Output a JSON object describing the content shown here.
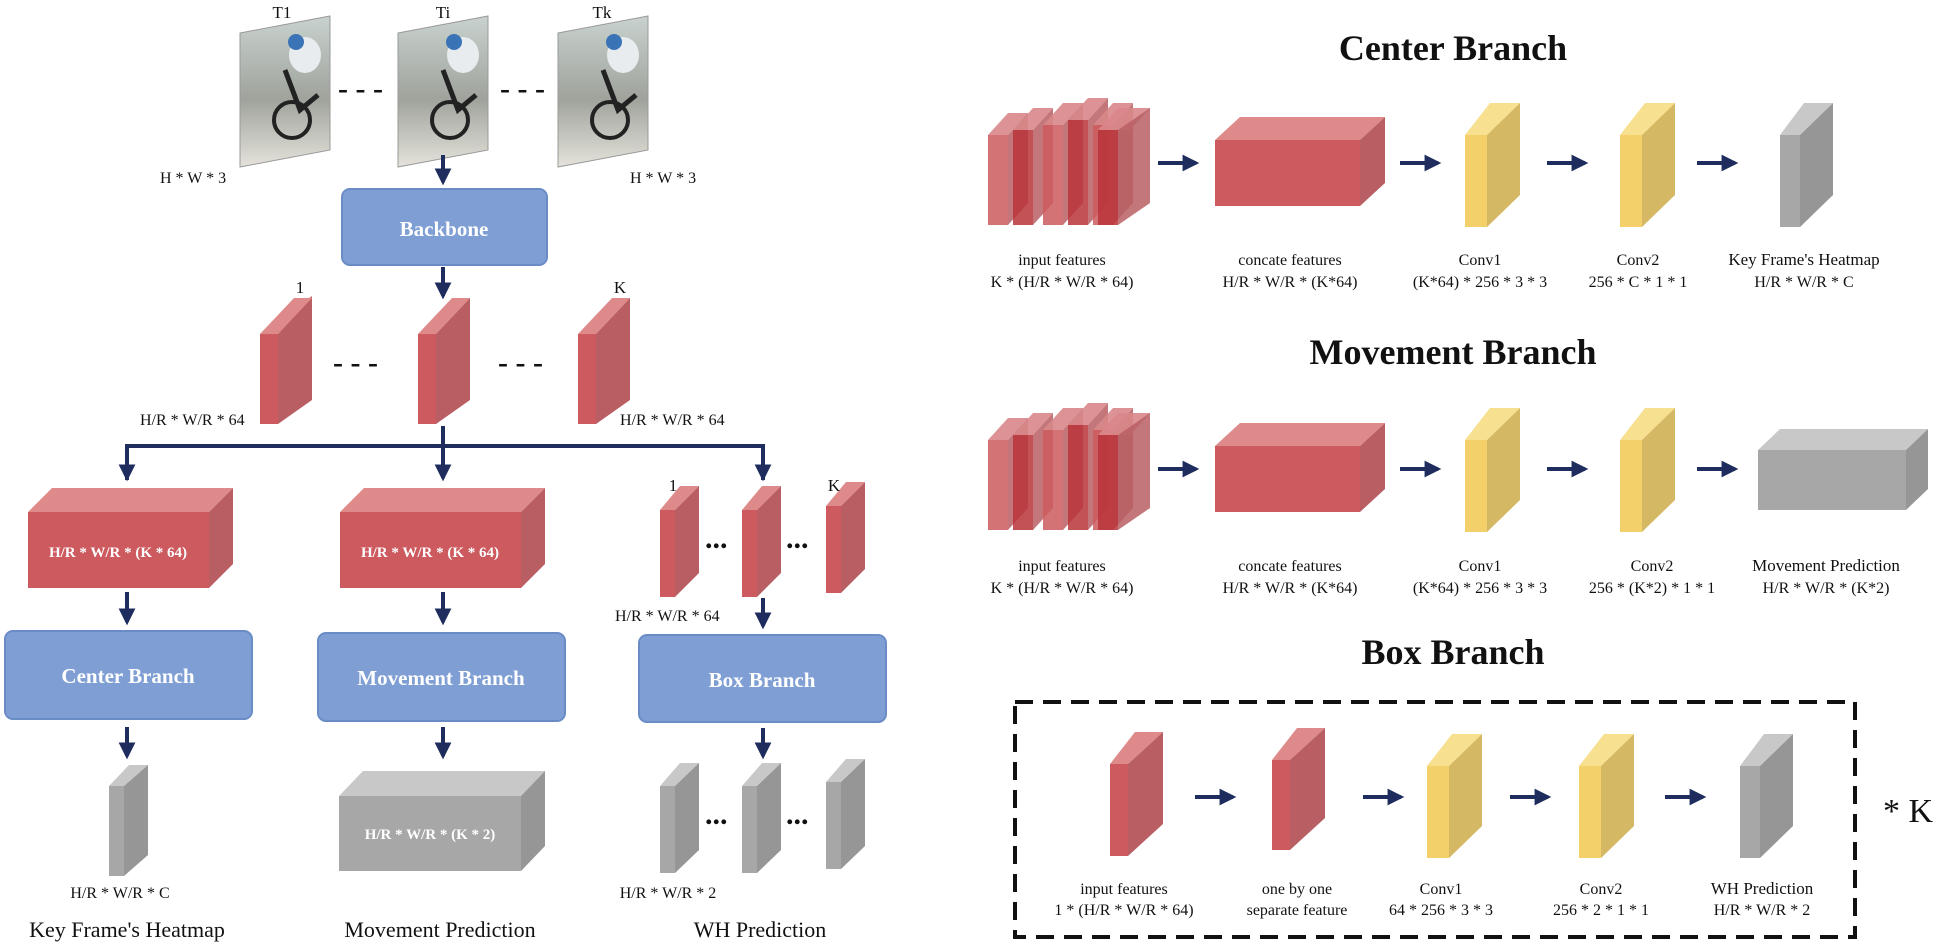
{
  "frames": {
    "t1": "T1",
    "ti": "Ti",
    "tk": "Tk",
    "size_left": "H * W * 3",
    "size_right": "H * W * 3"
  },
  "backbone": {
    "label": "Backbone",
    "feat_index_first": "1",
    "feat_index_last": "K",
    "feat_size_left": "H/R * W/R * 64",
    "feat_size_right": "H/R * W/R * 64"
  },
  "left_branches": {
    "center": {
      "block_label": "H/R * W/R * (K * 64)",
      "button": "Center Branch",
      "out_size": "H/R * W/R * C",
      "caption": "Key Frame's Heatmap"
    },
    "movement": {
      "block_label": "H/R * W/R * (K * 64)",
      "button": "Movement Branch",
      "out_label": "H/R * W/R * (K * 2)",
      "caption": "Movement Prediction"
    },
    "box": {
      "index_first": "1",
      "index_last": "K",
      "in_size": "H/R * W/R  * 64",
      "button": "Box Branch",
      "out_size": "H/R * W/R * 2",
      "caption": "WH Prediction"
    }
  },
  "center_branch": {
    "title": "Center Branch",
    "input": {
      "name": "input features",
      "dims": "K * (H/R * W/R * 64)"
    },
    "concat": {
      "name": "concate features",
      "dims": "H/R * W/R * (K*64)"
    },
    "conv1": {
      "name": "Conv1",
      "dims": "(K*64) * 256 * 3 * 3"
    },
    "conv2": {
      "name": "Conv2",
      "dims": "256 * C * 1 * 1"
    },
    "output": {
      "name": "Key Frame's Heatmap",
      "dims": "H/R * W/R * C"
    }
  },
  "movement_branch": {
    "title": "Movement Branch",
    "input": {
      "name": "input features",
      "dims": "K * (H/R * W/R * 64)"
    },
    "concat": {
      "name": "concate features",
      "dims": "H/R * W/R * (K*64)"
    },
    "conv1": {
      "name": "Conv1",
      "dims": "(K*64) * 256 * 3 * 3"
    },
    "conv2": {
      "name": "Conv2",
      "dims": "256 * (K*2) * 1 * 1"
    },
    "output": {
      "name": "Movement Prediction",
      "dims": "H/R * W/R * (K*2)"
    }
  },
  "box_branch": {
    "title": "Box Branch",
    "input": {
      "name": "input features",
      "dims": "1 * (H/R * W/R * 64)"
    },
    "separate": {
      "name": "one by one",
      "dims": "separate feature"
    },
    "conv1": {
      "name": "Conv1",
      "dims": "64 * 256 * 3 * 3"
    },
    "conv2": {
      "name": "Conv2",
      "dims": "256 * 2 * 1 * 1"
    },
    "output": {
      "name": "WH Prediction",
      "dims": "H/R * W/R * 2"
    },
    "repeat": "* K"
  },
  "ellipsis": "- - -",
  "ellipsis_small": "...",
  "colors": {
    "red": "#cc5a5e",
    "yellow": "#f3d06a",
    "gray": "#a7a7a7",
    "blue_box": "#7f9fd4",
    "arrow": "#1f2d5e"
  }
}
